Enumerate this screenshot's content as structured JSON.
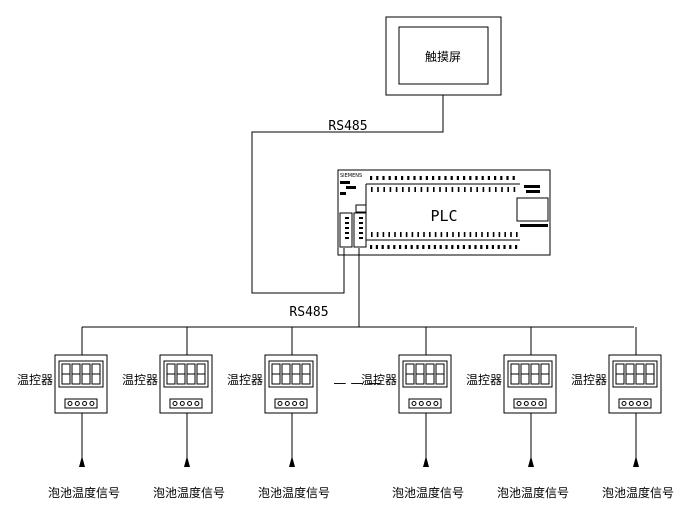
{
  "touchscreen": {
    "label": "触摸屏"
  },
  "links": {
    "upper_label": "RS485",
    "lower_label": "RS485"
  },
  "plc": {
    "label": "PLC",
    "brand": "SIEMENS"
  },
  "ellipsis": "— — —",
  "controllers": [
    {
      "label": "温控器",
      "signal": "泡池温度信号"
    },
    {
      "label": "温控器",
      "signal": "泡池温度信号"
    },
    {
      "label": "温控器",
      "signal": "泡池温度信号"
    },
    {
      "label": "温控器",
      "signal": "泡池温度信号"
    },
    {
      "label": "温控器",
      "signal": "泡池温度信号"
    },
    {
      "label": "温控器",
      "signal": "泡池温度信号"
    }
  ]
}
